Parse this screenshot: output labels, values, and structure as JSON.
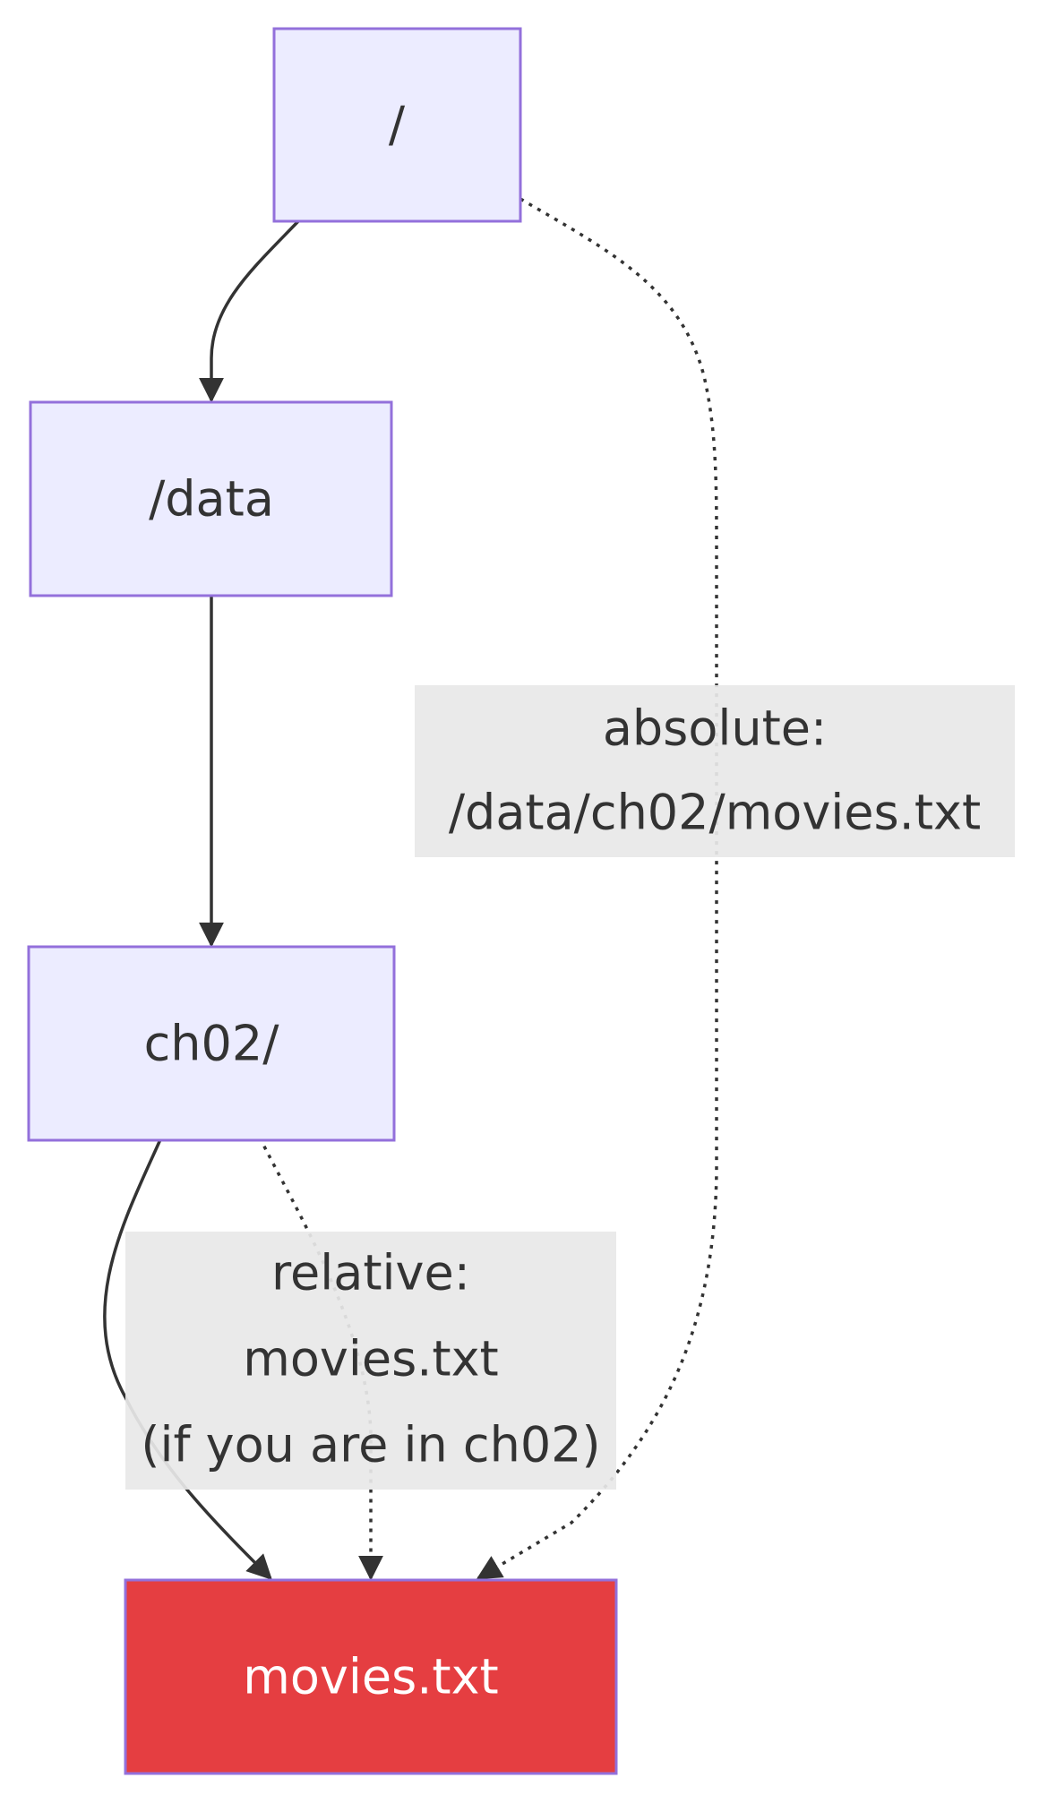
{
  "diagram": {
    "colors": {
      "node_fill": "#ECECFF",
      "node_stroke": "#9370DB",
      "highlight_fill": "#E53E41",
      "edge": "#333333",
      "label_bg": "#E8E8E8",
      "text": "#333333",
      "highlight_text": "#FFFFFF"
    },
    "nodes": {
      "root": {
        "label": "/"
      },
      "data": {
        "label": "/data"
      },
      "ch02": {
        "label": "ch02/"
      },
      "movies": {
        "label": "movies.txt"
      }
    },
    "edges": [
      {
        "from": "root",
        "to": "data",
        "style": "solid"
      },
      {
        "from": "data",
        "to": "ch02",
        "style": "solid"
      },
      {
        "from": "ch02",
        "to": "movies",
        "style": "solid"
      },
      {
        "from": "ch02",
        "to": "movies",
        "style": "dotted"
      },
      {
        "from": "root",
        "to": "movies",
        "style": "dotted"
      }
    ],
    "edge_labels": {
      "absolute": {
        "line1": "absolute:",
        "line2": "/data/ch02/movies.txt"
      },
      "relative": {
        "line1": "relative:",
        "line2": "movies.txt",
        "line3": "(if you are in ch02)"
      }
    }
  }
}
